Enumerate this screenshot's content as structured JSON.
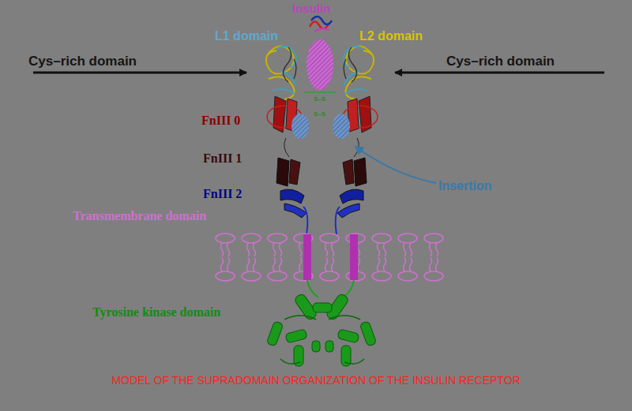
{
  "diagram": {
    "caption": "MODEL OF THE SUPRADOMAIN ORGANIZATION OF THE INSULIN RECEPTOR",
    "labels": [
      "Insulin",
      "L1 domain",
      "L2 domain",
      "Cys–rich domain",
      "Cys–rich domain",
      "S–S",
      "S–S",
      "FnIII 0",
      "FnIII 1",
      "Insertion",
      "FnIII 2",
      "Transmembrane domain",
      "Tyrosine kinase domain"
    ]
  }
}
